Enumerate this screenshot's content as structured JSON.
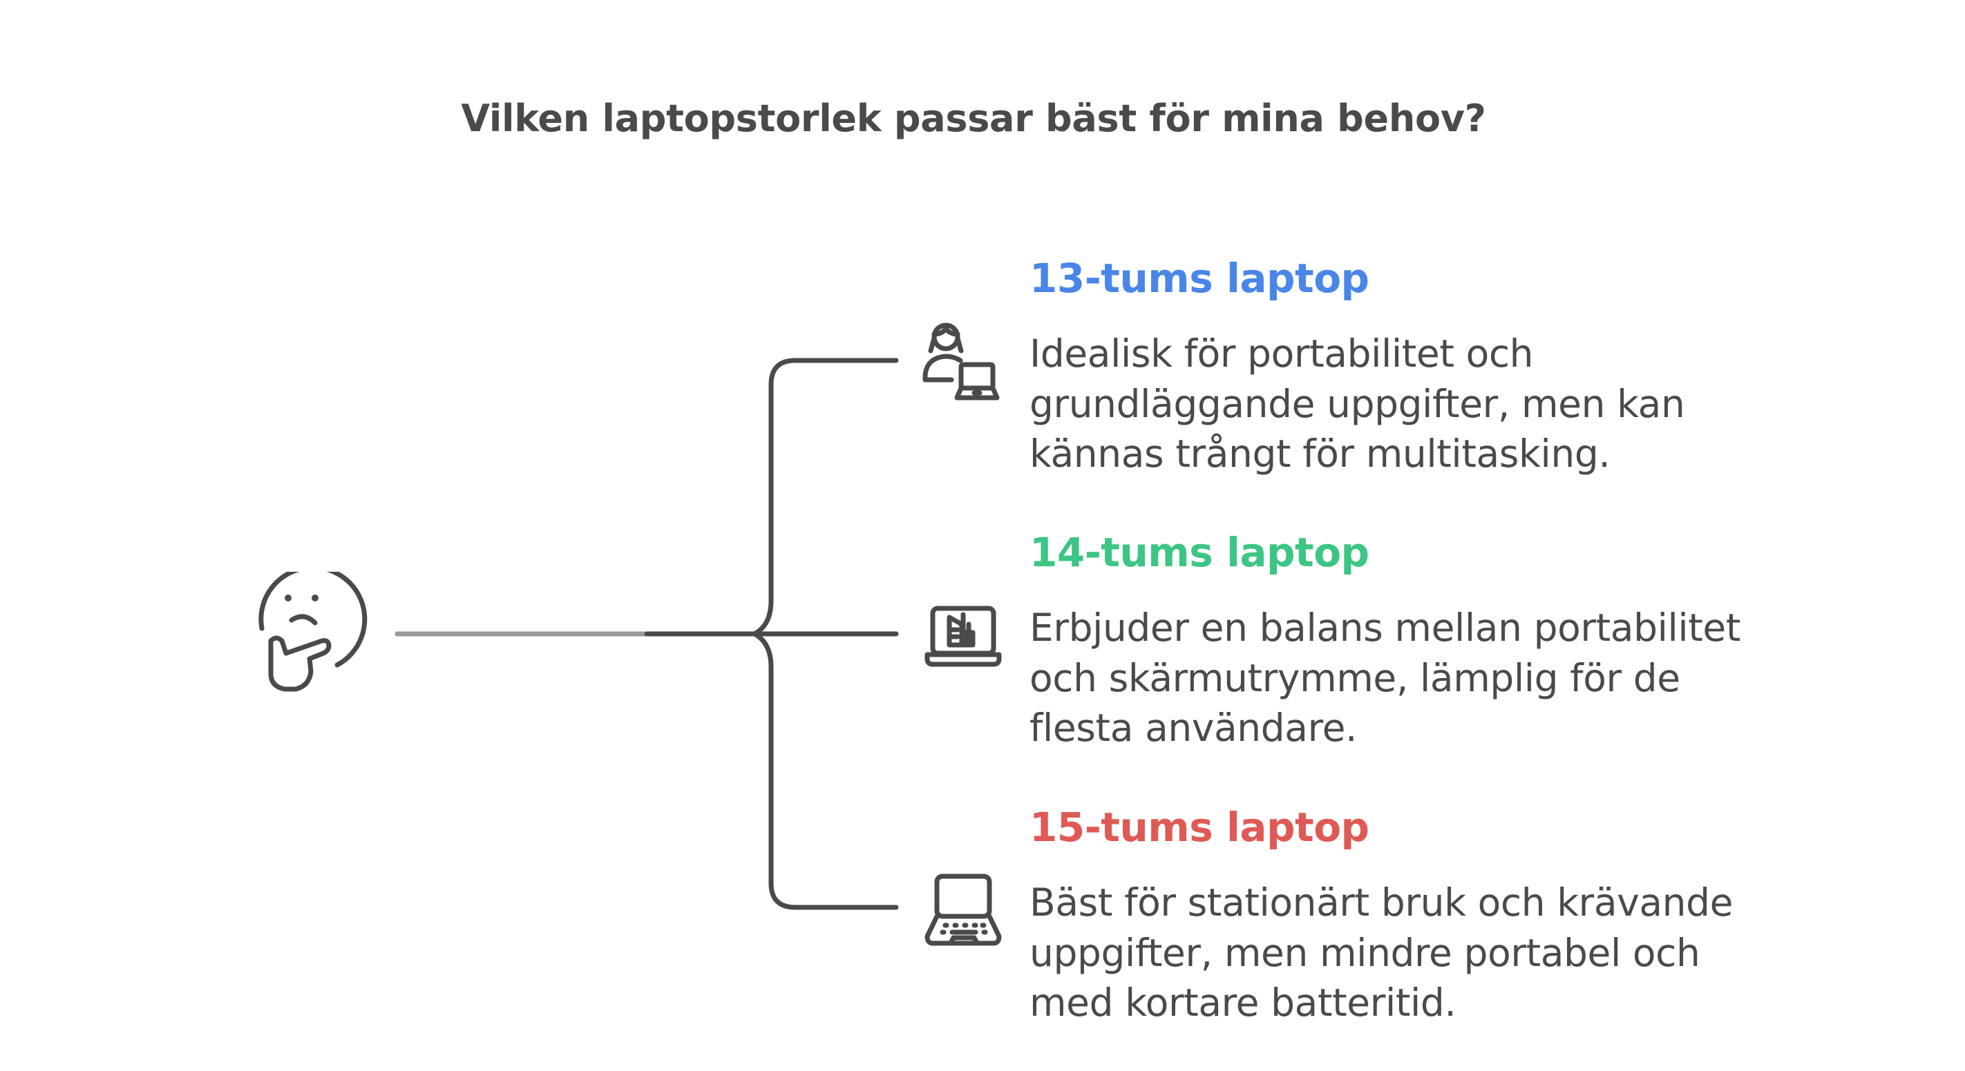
{
  "title": "Vilken laptopstorlek passar bäst för mina behov?",
  "root": {
    "icon": "thinking-face-icon"
  },
  "colors": {
    "text": "#4a4a4a",
    "line_dark": "#4a4a4a",
    "line_light": "#999999",
    "option_13": "#4a86e8",
    "option_14": "#3cc583",
    "option_15": "#e05a55"
  },
  "options": [
    {
      "heading": "13-tums laptop",
      "icon": "person-with-laptop-icon",
      "color": "#4a86e8",
      "description_lines": [
        "Idealisk för portabilitet och",
        "grundläggande uppgifter, men kan",
        "kännas trångt för multitasking."
      ]
    },
    {
      "heading": "14-tums laptop",
      "icon": "laptop-with-chart-icon",
      "color": "#3cc583",
      "description_lines": [
        "Erbjuder en balans mellan portabilitet",
        "och skärmutrymme, lämplig för de",
        "flesta användare."
      ]
    },
    {
      "heading": "15-tums laptop",
      "icon": "laptop-with-keyboard-icon",
      "color": "#e05a55",
      "description_lines": [
        "Bäst för stationärt bruk och krävande",
        "uppgifter, men mindre portabel och",
        "med kortare batteritid."
      ]
    }
  ]
}
